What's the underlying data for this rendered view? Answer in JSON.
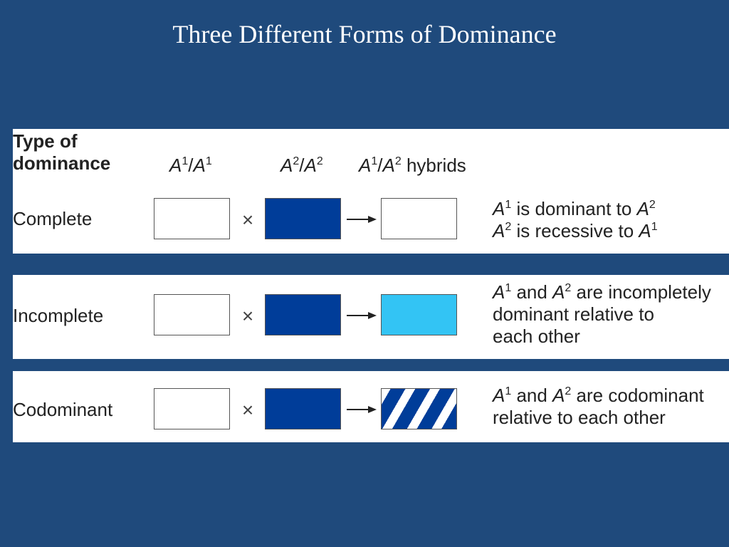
{
  "title": "Three Different Forms of Dominance",
  "header": {
    "type_line1": "Type of",
    "type_line2": "dominance",
    "col1": {
      "letter": "A",
      "sup1": "1",
      "sep": "/",
      "letter2": "A",
      "sup2": "1",
      "suffix": ""
    },
    "col2": {
      "letter": "A",
      "sup1": "2",
      "sep": "/",
      "letter2": "A",
      "sup2": "2",
      "suffix": ""
    },
    "col3": {
      "letter": "A",
      "sup1": "1",
      "sep": "/",
      "letter2": "A",
      "sup2": "2",
      "suffix": " hybrids"
    }
  },
  "cross_symbol": "×",
  "rows": [
    {
      "label": "Complete",
      "parent1_fill": "#ffffff",
      "parent2_fill": "#003d99",
      "hybrid_fill": "#ffffff",
      "desc": [
        {
          "a": "A",
          "sa": "1",
          "mid": " is dominant to ",
          "b": "A",
          "sb": "2"
        },
        {
          "a": "A",
          "sa": "2",
          "mid": " is recessive to ",
          "b": "A",
          "sb": "1"
        }
      ]
    },
    {
      "label": "Incomplete",
      "parent1_fill": "#ffffff",
      "parent2_fill": "#003d99",
      "hybrid_fill": "#33c4f4",
      "desc_line1": {
        "a": "A",
        "sa": "1",
        "mid": " and ",
        "b": "A",
        "sb": "2",
        "tail": " are incompletely"
      },
      "desc_line2": "dominant relative to",
      "desc_line3": "each other"
    },
    {
      "label": "Codominant",
      "parent1_fill": "#ffffff",
      "parent2_fill": "#003d99",
      "hybrid_fill": "striped",
      "desc_line1": {
        "a": "A",
        "sa": "1",
        "mid": " and ",
        "b": "A",
        "sb": "2",
        "tail": " are codominant"
      },
      "desc_line2": "relative to each other"
    }
  ],
  "colors": {
    "slide_background": "#1f4a7c",
    "dark_blue": "#003d99",
    "light_blue": "#33c4f4"
  }
}
